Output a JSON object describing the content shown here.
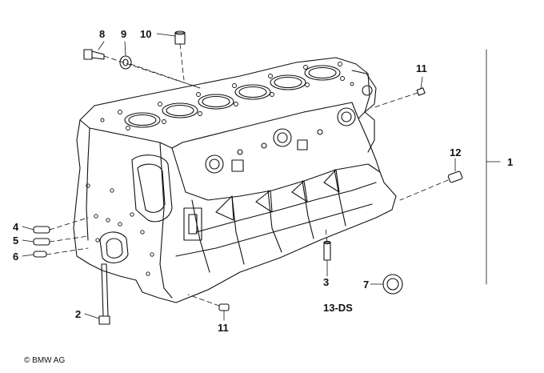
{
  "diagram": {
    "callouts": [
      {
        "id": "c1",
        "text": "1"
      },
      {
        "id": "c2",
        "text": "2"
      },
      {
        "id": "c3",
        "text": "3"
      },
      {
        "id": "c4",
        "text": "4"
      },
      {
        "id": "c5",
        "text": "5"
      },
      {
        "id": "c6",
        "text": "6"
      },
      {
        "id": "c7",
        "text": "7"
      },
      {
        "id": "c8",
        "text": "8"
      },
      {
        "id": "c9",
        "text": "9"
      },
      {
        "id": "c10",
        "text": "10"
      },
      {
        "id": "c11a",
        "text": "11"
      },
      {
        "id": "c11b",
        "text": "11"
      },
      {
        "id": "c12",
        "text": "12"
      }
    ],
    "code": "13-DS",
    "copyright": "© BMW AG"
  },
  "colors": {
    "line": "#111111",
    "background": "#ffffff"
  }
}
